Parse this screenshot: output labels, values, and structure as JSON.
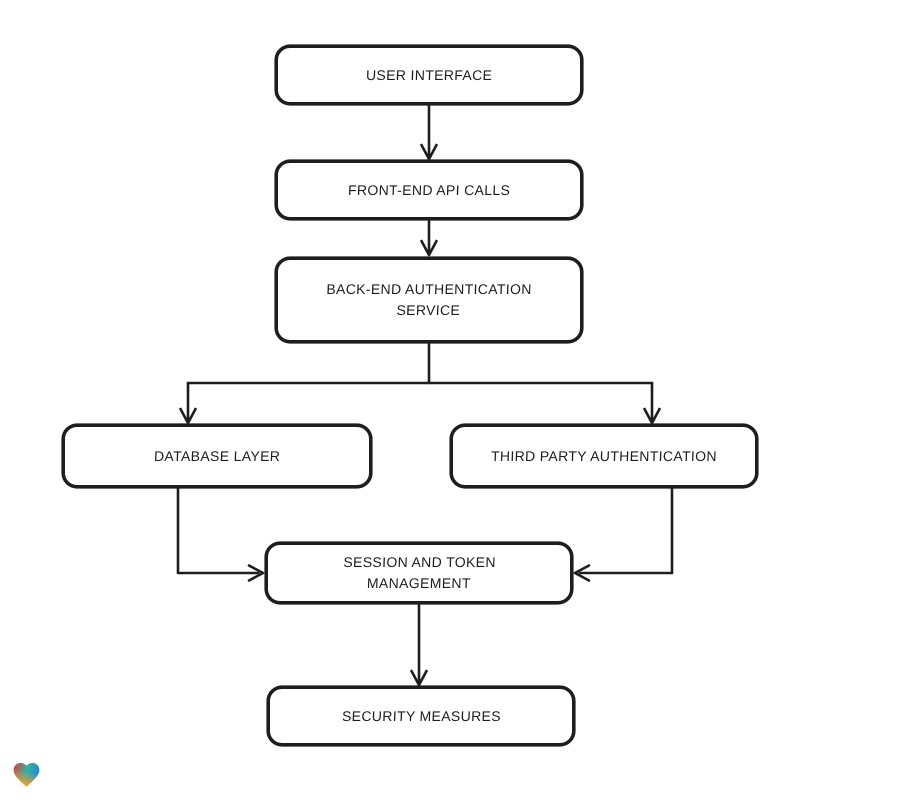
{
  "page": {
    "background_color": "#ffffff"
  },
  "diagram": {
    "type": "flowchart",
    "stroke_color": "#1e1e1e",
    "box_fill": "#ffffff",
    "nodes": {
      "user_interface": {
        "label": "USER INTERFACE"
      },
      "frontend_api": {
        "label": "FRONT-END API CALLS"
      },
      "backend_auth": {
        "label": "BACK-END AUTHENTICATION\nSERVICE"
      },
      "database_layer": {
        "label": "DATABASE LAYER"
      },
      "third_party_auth": {
        "label": "THIRD PARTY AUTHENTICATION"
      },
      "session_token": {
        "label": "SESSION AND TOKEN\nMANAGEMENT"
      },
      "security": {
        "label": "SECURITY MEASURES"
      }
    },
    "edges": [
      {
        "from": "user_interface",
        "to": "frontend_api"
      },
      {
        "from": "frontend_api",
        "to": "backend_auth"
      },
      {
        "from": "backend_auth",
        "to": "database_layer"
      },
      {
        "from": "backend_auth",
        "to": "third_party_auth"
      },
      {
        "from": "database_layer",
        "to": "session_token"
      },
      {
        "from": "third_party_auth",
        "to": "session_token"
      },
      {
        "from": "session_token",
        "to": "security"
      }
    ]
  },
  "logo": {
    "name": "gradient-heart",
    "colors": {
      "red": "#e23b34",
      "blue": "#2f85d6",
      "teal": "#2fb5a0",
      "orange": "#f59a2e"
    }
  }
}
